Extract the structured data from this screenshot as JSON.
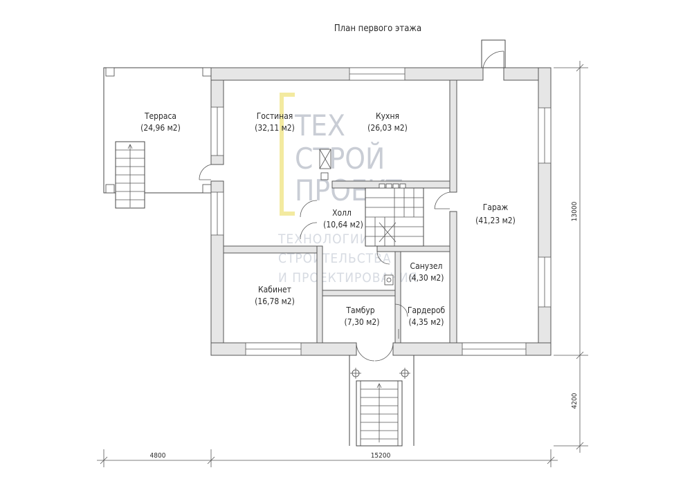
{
  "title": "План первого этажа",
  "rooms": [
    {
      "id": "terrace",
      "name": "Терраса",
      "area": "(24,96 м2)"
    },
    {
      "id": "living",
      "name": "Гостиная",
      "area": "(32,11 м2)"
    },
    {
      "id": "kitchen",
      "name": "Кухня",
      "area": "(26,03 м2)"
    },
    {
      "id": "hall",
      "name": "Холл",
      "area": "(10,64 м2)"
    },
    {
      "id": "garage",
      "name": "Гараж",
      "area": "(41,23 м2)"
    },
    {
      "id": "bathroom",
      "name": "Санузел",
      "area": "(4,30 м2)"
    },
    {
      "id": "office",
      "name": "Кабинет",
      "area": "(16,78 м2)"
    },
    {
      "id": "vestibule",
      "name": "Тамбур",
      "area": "(7,30 м2)"
    },
    {
      "id": "wardrobe",
      "name": "Гардероб",
      "area": "(4,35 м2)"
    }
  ],
  "dimensions": {
    "height_main": "13000",
    "height_porch": "4200",
    "width_terrace": "4800",
    "width_main": "15200"
  },
  "watermark": {
    "line1": "ТЕХ",
    "line2": "СТРОЙ",
    "line3": "ПРОЕКТ",
    "tag1": "ТЕХНОЛОГИИ",
    "tag2": "СТРОИТЕЛЬСТВА",
    "tag3": "И ПРОЕКТИРОВАНИЯ",
    "accent_color": "#f3eaa0"
  }
}
